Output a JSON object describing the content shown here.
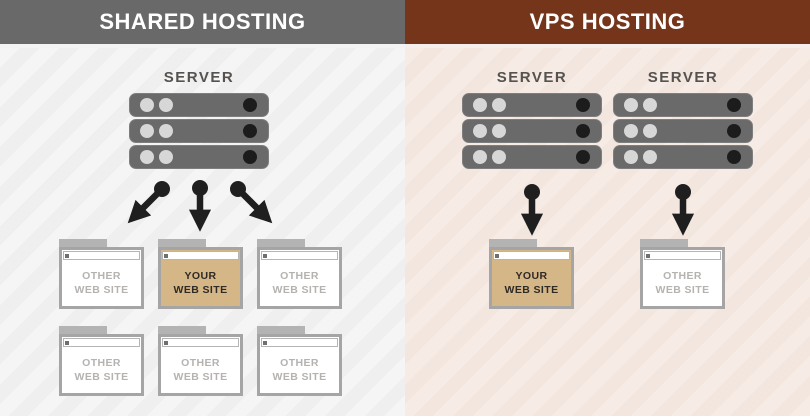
{
  "title": "Shared Hosting vs VPS Hosting comparison diagram",
  "left_panel": {
    "header": "SHARED HOSTING",
    "server": {
      "label": "SERVER"
    },
    "row1": [
      {
        "line1": "OTHER",
        "line2": "WEB SITE"
      },
      {
        "line1": "YOUR",
        "line2": "WEB SITE"
      },
      {
        "line1": "OTHER",
        "line2": "WEB SITE"
      }
    ],
    "row2": [
      {
        "line1": "OTHER",
        "line2": "WEB SITE"
      },
      {
        "line1": "OTHER",
        "line2": "WEB SITE"
      },
      {
        "line1": "OTHER",
        "line2": "WEB SITE"
      }
    ]
  },
  "right_panel": {
    "header": "VPS HOSTING",
    "columns": [
      {
        "server_label": "SERVER",
        "card": {
          "line1": "YOUR",
          "line2": "WEB SITE"
        }
      },
      {
        "server_label": "SERVER",
        "card": {
          "line1": "OTHER",
          "line2": "WEB SITE"
        }
      }
    ]
  },
  "icons": {
    "server": "server-rack-icon",
    "arrow": "down-arrow-icon",
    "website": "browser-window-icon"
  },
  "colors": {
    "shared_header_bg": "#696969",
    "vps_header_bg": "#74351a",
    "header_text": "#ffffff",
    "shared_bg": "#f4f3f3",
    "vps_bg": "#f6ebe4",
    "server_body": "#6a6a6a",
    "server_light_dot": "#d7d7d7",
    "server_dark_dot": "#1c1c1c",
    "arrow": "#1f1f1f",
    "card_border": "#a5a5a5",
    "card_tab": "#b3b3b3",
    "your_site_bg": "#d5b687",
    "your_site_text": "#2e2a26",
    "other_site_text": "#b5b2b0"
  }
}
